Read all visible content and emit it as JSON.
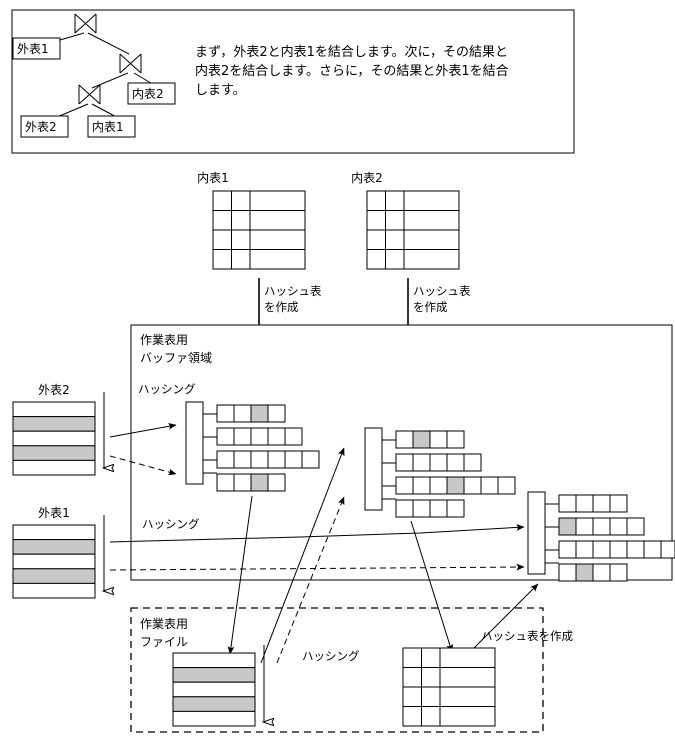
{
  "figure": {
    "title_caption": "",
    "colors": {
      "line": "#000000",
      "fill_white": "#ffffff",
      "fill_gray": "#c8c8c8",
      "background": "#ffffff"
    }
  },
  "top_panel": {
    "join_tree": {
      "join_symbol": "bowtie-join-icon",
      "nodes": [
        {
          "id": "outer1",
          "label": "外表1"
        },
        {
          "id": "inner2",
          "label": "内表2"
        },
        {
          "id": "outer2",
          "label": "外表2"
        },
        {
          "id": "inner1",
          "label": "内表1"
        }
      ]
    },
    "description": [
      "まず，外表2と内表1を結合します。次に，その結果と",
      "内表2を結合します。さらに，その結果と外表1を結合",
      "します。"
    ]
  },
  "inner_tables": [
    {
      "id": "inner1",
      "label": "内表1",
      "rows": 4,
      "cols": 3,
      "action": [
        "ハッシュ表",
        "を作成"
      ]
    },
    {
      "id": "inner2",
      "label": "内表2",
      "rows": 4,
      "cols": 3,
      "action": [
        "ハッシュ表",
        "を作成"
      ]
    }
  ],
  "outer_tables": [
    {
      "id": "outer2",
      "label": "外表2",
      "rows": 5,
      "shaded_rows": [
        2,
        4
      ]
    },
    {
      "id": "outer1",
      "label": "外表1",
      "rows": 5,
      "shaded_rows": [
        2,
        4
      ]
    }
  ],
  "buffer_region": {
    "label": [
      "作業表用",
      "バッファ領域"
    ],
    "hashing_labels": [
      "ハッシング",
      "ハッシング"
    ],
    "hash_tables": [
      {
        "id": "hash-table-1",
        "buckets": [
          {
            "cells": 4,
            "shaded": [
              3
            ]
          },
          {
            "cells": 5,
            "shaded": []
          },
          {
            "cells": 6,
            "shaded": []
          },
          {
            "cells": 4,
            "shaded": [
              3
            ]
          }
        ]
      },
      {
        "id": "hash-table-2",
        "buckets": [
          {
            "cells": 4,
            "shaded": [
              2
            ]
          },
          {
            "cells": 5,
            "shaded": []
          },
          {
            "cells": 7,
            "shaded": [
              4
            ]
          },
          {
            "cells": 4,
            "shaded": []
          }
        ]
      },
      {
        "id": "hash-table-3",
        "buckets": [
          {
            "cells": 4,
            "shaded": []
          },
          {
            "cells": 5,
            "shaded": [
              1
            ]
          },
          {
            "cells": 7,
            "shaded": []
          },
          {
            "cells": 4,
            "shaded": [
              2
            ]
          }
        ]
      }
    ]
  },
  "file_region": {
    "label": [
      "作業表用",
      "ファイル"
    ],
    "hashing_label": "ハッシング",
    "create_hash_label": "ハッシュ表を作成",
    "work_table": {
      "rows": 5,
      "shaded_rows": [
        2,
        4
      ]
    },
    "result_table": {
      "rows": 4,
      "cols": 3
    }
  }
}
